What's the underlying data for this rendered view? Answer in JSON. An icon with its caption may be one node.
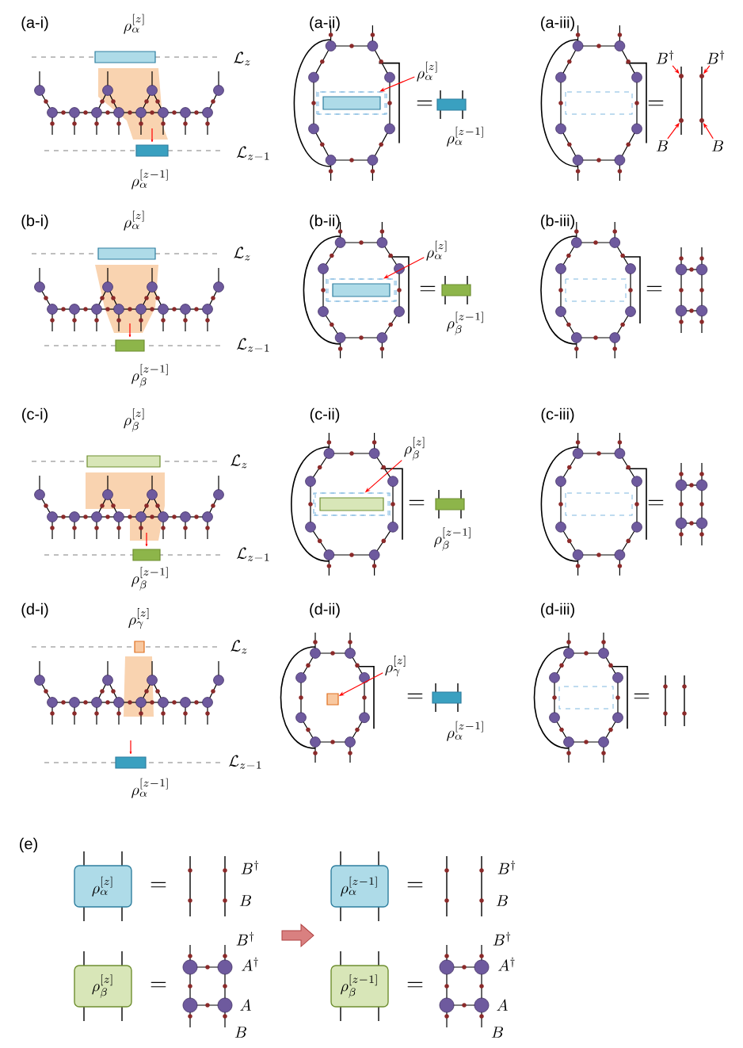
{
  "diagram": {
    "nodes": [
      {
        "text": [
          "\\rho_\\alpha^{[z]}"
        ]
      },
      {
        "text": [],
        "shape": "box"
      },
      {
        "text": [
          "B^\\dagger"
        ]
      },
      {
        "text": [
          "B^\\dagger"
        ]
      },
      {
        "text": [
          "B"
        ]
      },
      {
        "text": [
          "B"
        ]
      },
      {
        "text": [],
        "shape": "circle"
      },
      {
        "text": [],
        "shape": "circle"
      },
      {
        "text": [],
        "shape": "circle"
      },
      {
        "text": [],
        "shape": "circle"
      },
      {
        "text": [
          "\\rho_\\alpha^{[z]}"
        ]
      },
      {
        "text": [],
        "shape": "box"
      },
      {
        "text": [
          "\\rho_\\beta^{[z]}"
        ]
      },
      {
        "text": [],
        "shape": "box"
      },
      {
        "text": [
          "\\rho_\\gamma^{[z]}"
        ]
      },
      {
        "text": [],
        "shape": "box"
      },
      {
        "text": [
          "\\rho_\\alpha^{[z]}"
        ]
      },
      {
        "text": [
          "\\rho_\\alpha^{[z-1]}"
        ]
      },
      {
        "text": [
          "\\rho_\\beta^{[z]}"
        ]
      },
      {
        "text": [
          "\\rho_\\beta^{[z-1]}"
        ]
      }
    ],
    "edges": [
      {
        "from": 0,
        "to": 1,
        "arrow": "to"
      },
      {
        "from": 2,
        "to": 6,
        "arrow": "to"
      },
      {
        "from": 3,
        "to": 7,
        "arrow": "to"
      },
      {
        "from": 4,
        "to": 8,
        "arrow": "to"
      },
      {
        "from": 5,
        "to": 9,
        "arrow": "to"
      },
      {
        "from": 10,
        "to": 11,
        "arrow": "to"
      },
      {
        "from": 12,
        "to": 13,
        "arrow": "to"
      },
      {
        "from": 14,
        "to": 15,
        "arrow": "to"
      }
    ],
    "labels": [
      "(a-i)",
      "\\rho_\\alpha^{[z]}",
      "(a-ii)",
      "(a-iii)",
      "\\mathcal{L}_z",
      "=",
      "=",
      "\\mathcal{L}_{z-1}",
      "\\rho_\\alpha^{[z-1]}",
      "\\rho_\\alpha^{[z-1]}",
      "(b-i)",
      "\\rho_\\alpha^{[z]}",
      "(b-ii)",
      "(b-iii)",
      "\\mathcal{L}_z",
      "=",
      "=",
      "\\rho_\\beta^{[z-1]}",
      "\\mathcal{L}_{z-1}",
      "\\rho_\\beta^{[z-1]}",
      "(c-i)",
      "\\rho_\\beta^{[z]}",
      "(c-ii)",
      "(c-iii)",
      "\\mathcal{L}_z",
      "=",
      "=",
      "\\mathcal{L}_{z-1}",
      "\\rho_\\beta^{[z-1]}",
      "\\rho_\\beta^{[z-1]}",
      "(d-i)",
      "\\rho_\\gamma^{[z]}",
      "(d-ii)",
      "(d-iii)",
      "\\mathcal{L}_z",
      "=",
      "=",
      "\\rho_\\alpha^{[z-1]}",
      "\\mathcal{L}_{z-1}",
      "\\rho_\\alpha^{[z-1]}",
      "(e)",
      "=",
      "B^\\dagger",
      "B",
      "=",
      "B^\\dagger",
      "B",
      "B^\\dagger",
      "B^\\dagger",
      "A^\\dagger",
      "A^\\dagger",
      "=",
      "=",
      "A",
      "A",
      "B",
      "B"
    ]
  }
}
